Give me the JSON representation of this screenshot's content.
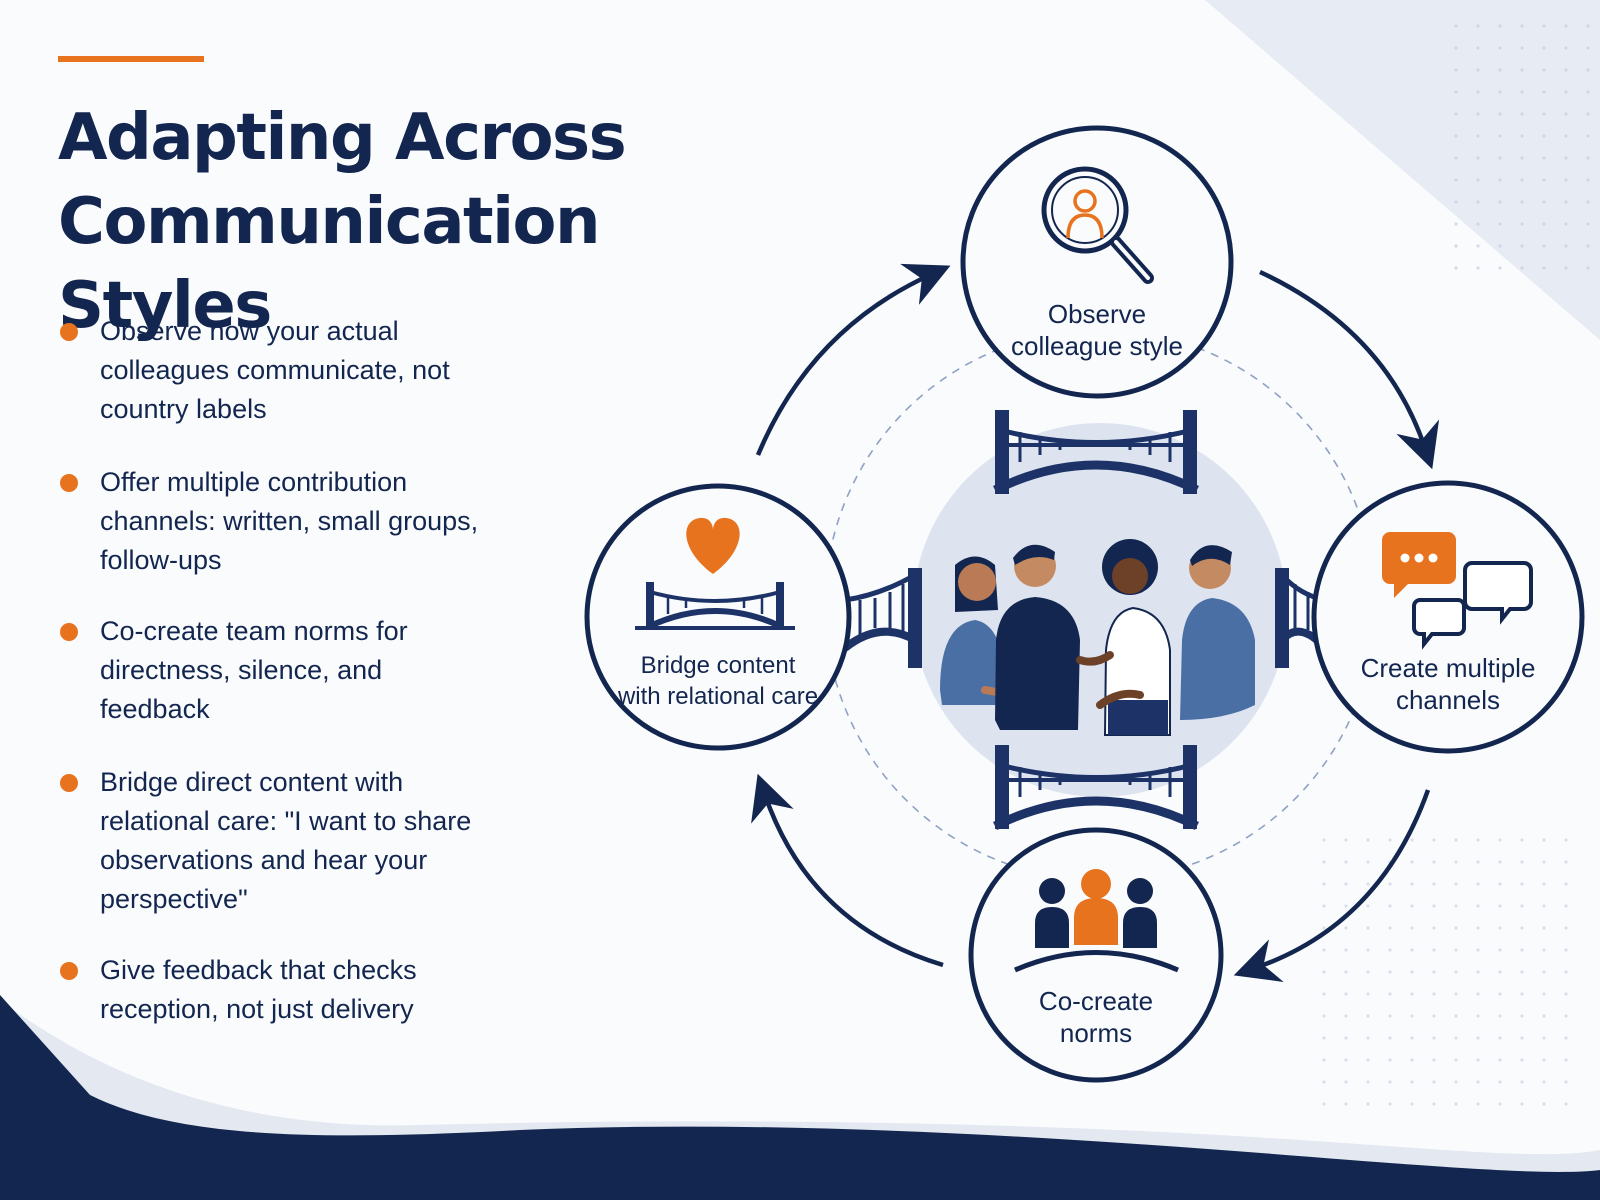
{
  "title": {
    "line1": "Adapting Across",
    "line2": "Communication Styles"
  },
  "bullets": [
    "Observe how your actual colleagues communicate, not country labels",
    "Offer multiple contribution channels: written, small groups, follow-ups",
    "Co-create team norms for directness, silence, and feedback",
    "Bridge direct content with relational care: \"I want to share observations and hear your perspective\"",
    "Give feedback that checks reception, not just delivery"
  ],
  "cycle": {
    "nodes": [
      {
        "label_line1": "Observe",
        "label_line2": "colleague style",
        "icon": "magnifier-person-icon"
      },
      {
        "label_line1": "Create multiple",
        "label_line2": "channels",
        "icon": "chat-bubbles-icon"
      },
      {
        "label_line1": "Co-create",
        "label_line2": "norms",
        "icon": "group-icon"
      },
      {
        "label_line1": "Bridge content",
        "label_line2": "with relational care",
        "icon": "heart-bridge-icon"
      }
    ],
    "center_icon": "team-conversation-icon",
    "connector_icon": "bridge-icon"
  },
  "colors": {
    "navy": "#13264f",
    "orange": "#e8731e",
    "light_blue": "#dde4f0",
    "mid_blue": "#4a6fa5"
  }
}
